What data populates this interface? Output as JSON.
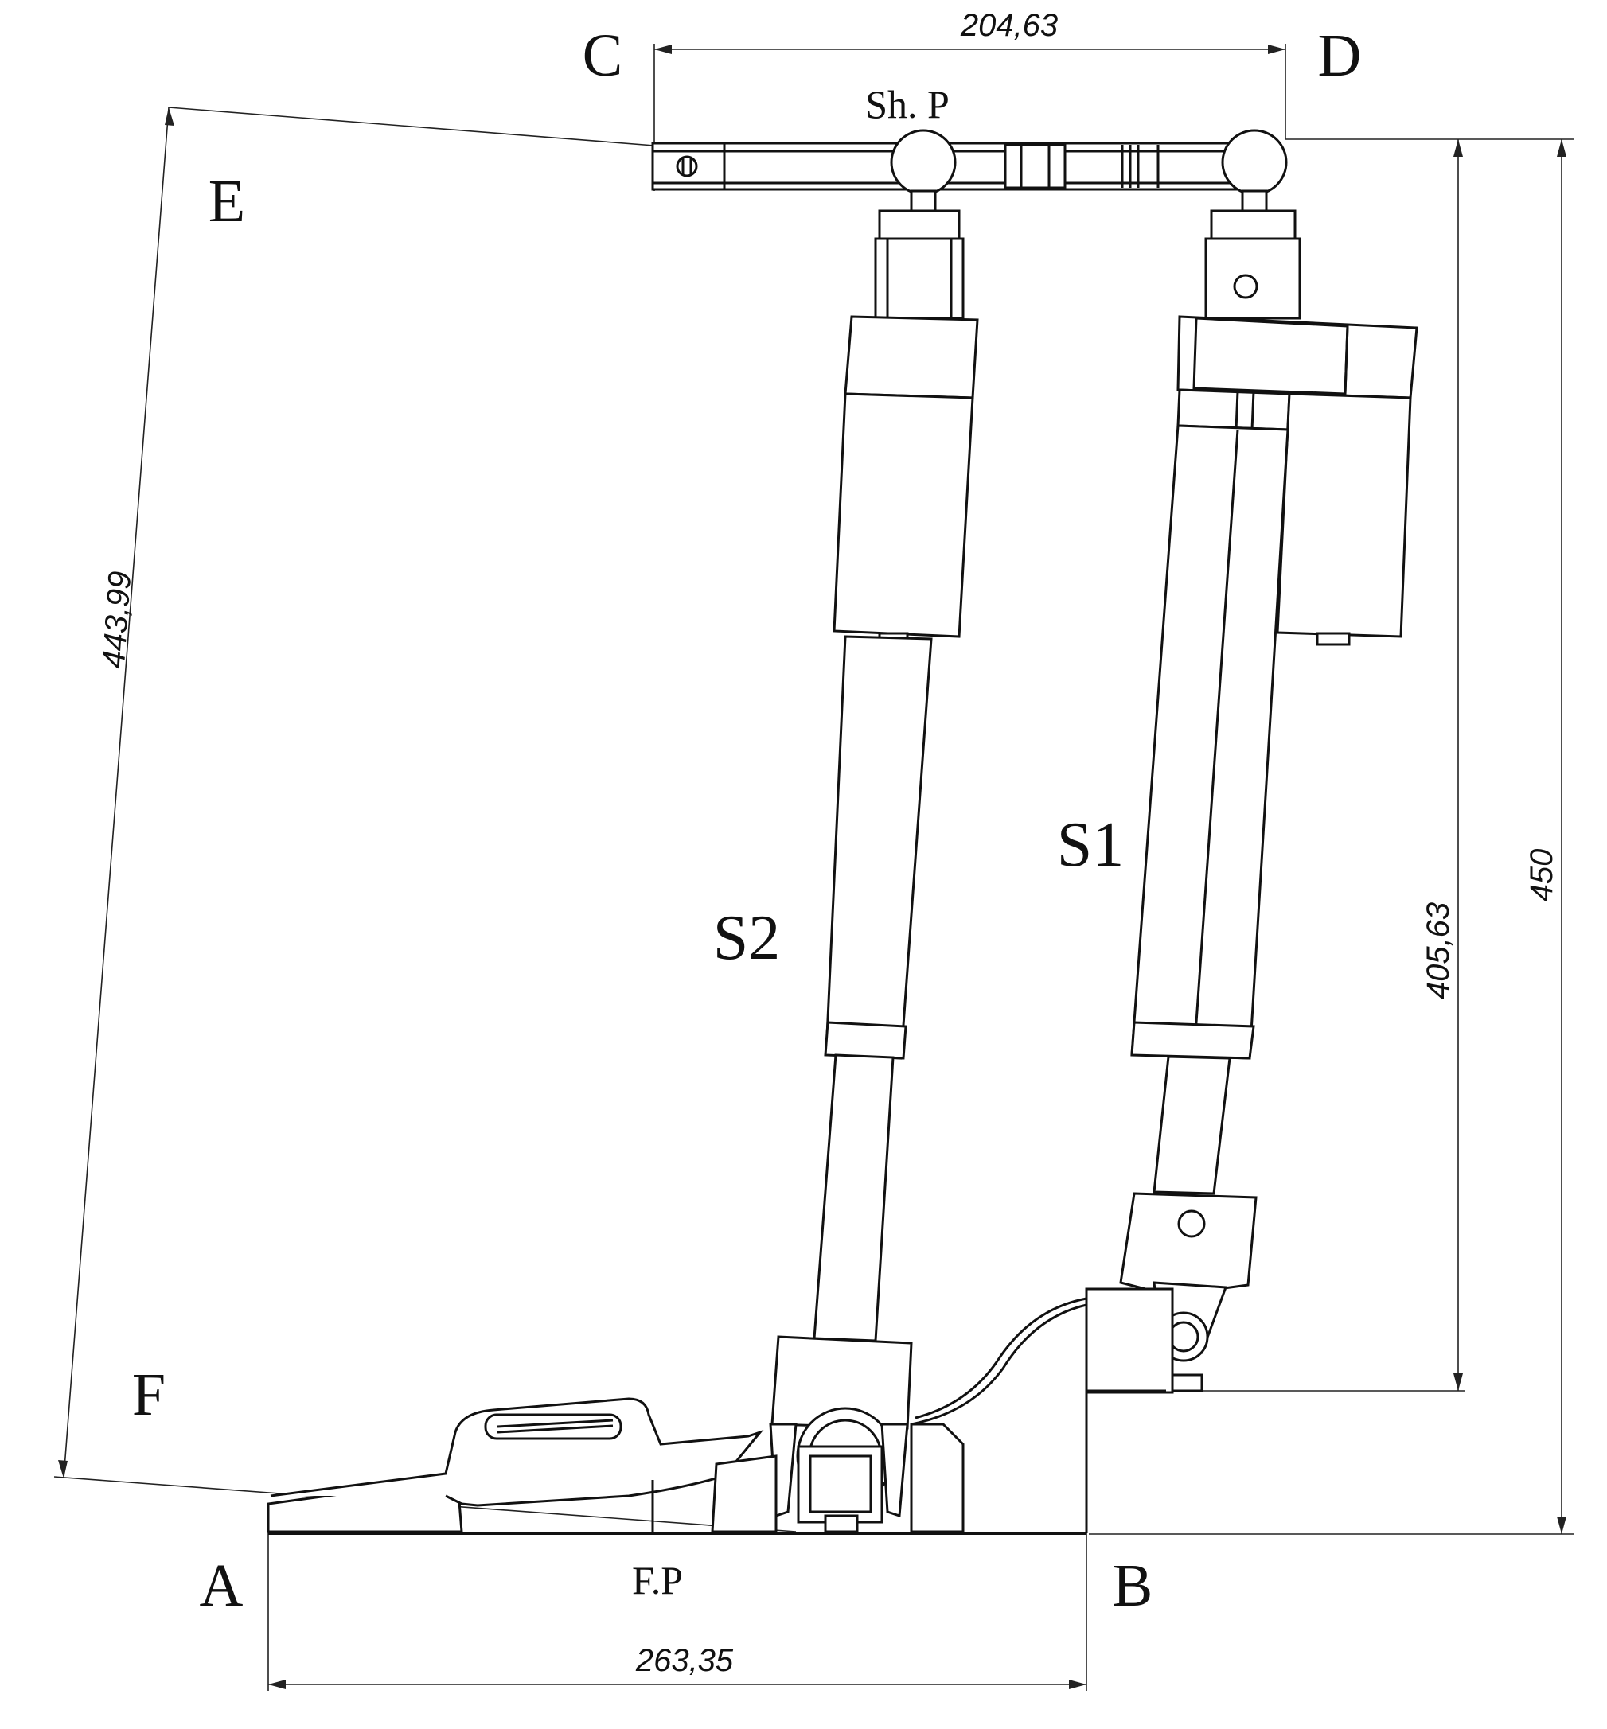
{
  "points": {
    "A": "A",
    "B": "B",
    "C": "C",
    "D": "D",
    "E": "E",
    "F": "F"
  },
  "labels": {
    "shoulder_platform": "Sh. P",
    "foot_platform": "F.P",
    "actuator_1": "S1",
    "actuator_2": "S2"
  },
  "dimensions": {
    "top_width": "204,63",
    "bottom_width": "263,35",
    "diagonal": "443,99",
    "actuator_height": "405,63",
    "total_height": "450"
  }
}
